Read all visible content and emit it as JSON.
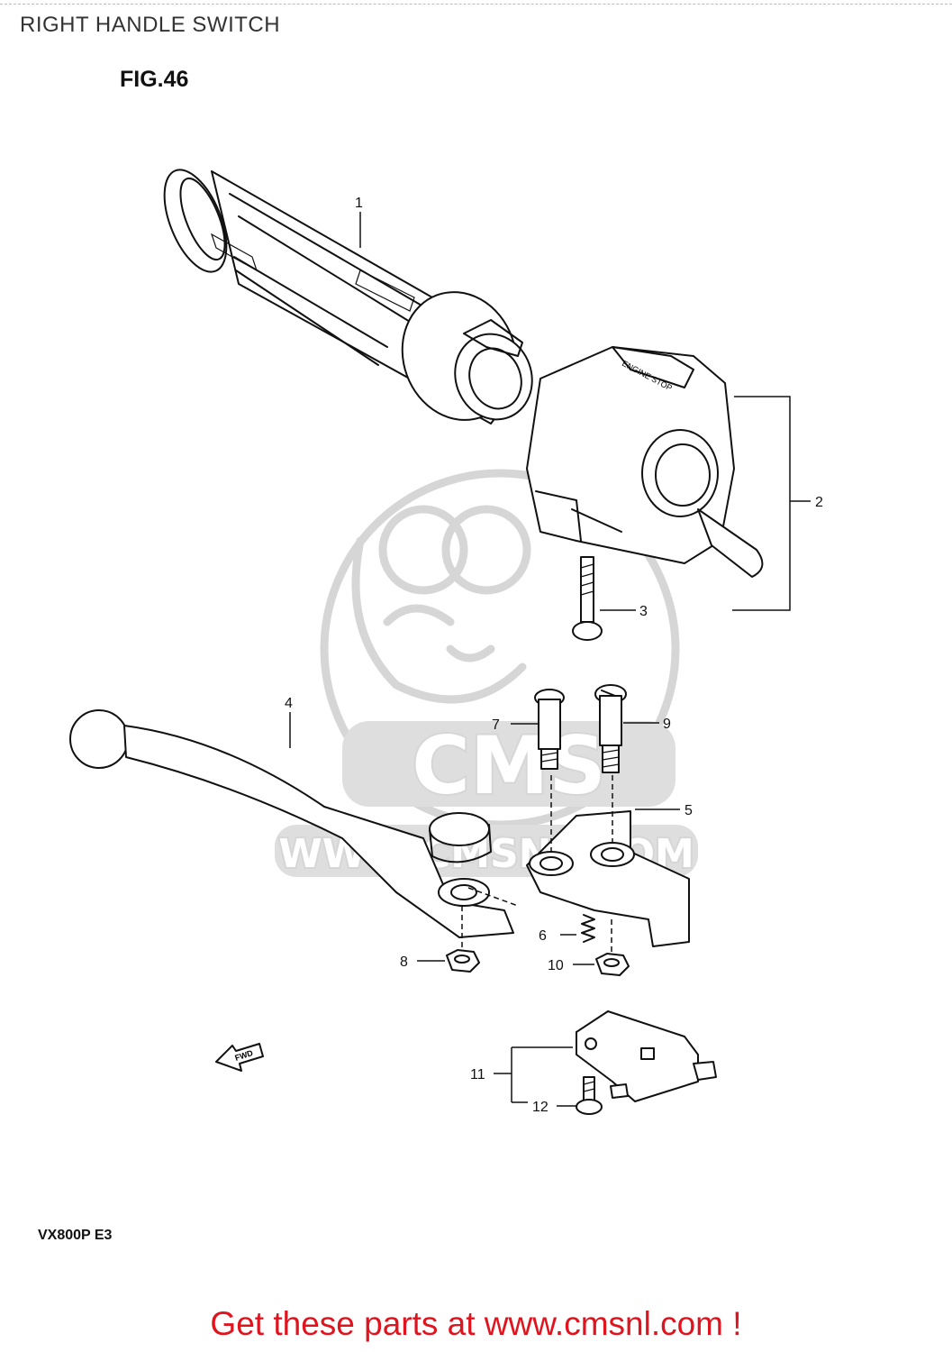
{
  "header": {
    "title": "RIGHT HANDLE SWITCH"
  },
  "figure": {
    "label": "FIG.46",
    "model": "VX800P  E3",
    "fwd_arrow_label": "FWD",
    "switch_label": "ENGINE STOP"
  },
  "watermark": {
    "logo_text": "CMS",
    "url_text": "WWW.CMSNL.COM"
  },
  "callouts": [
    "1",
    "2",
    "3",
    "4",
    "5",
    "6",
    "7",
    "8",
    "9",
    "10",
    "11",
    "12"
  ],
  "footer": {
    "link_text": "Get these parts at www.cmsnl.com !",
    "link_color": "#e0141e"
  }
}
